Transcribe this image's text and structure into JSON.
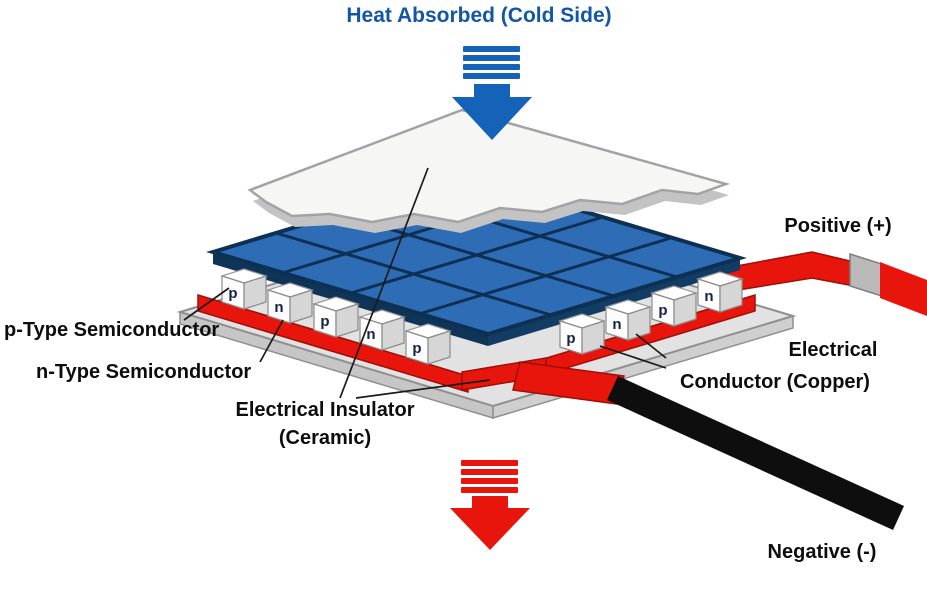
{
  "title": "Heat Absorbed (Cold Side)",
  "labels": {
    "positive": "Positive (+)",
    "negative": "Negative (-)",
    "p_type": "p-Type Semiconductor",
    "n_type": "n-Type Semiconductor",
    "insulator_line1": "Electrical Insulator",
    "insulator_line2": "(Ceramic)",
    "conductor_line1": "Electrical",
    "conductor_line2": "Conductor (Copper)"
  },
  "cubes": [
    "p",
    "n",
    "p",
    "n",
    "p",
    "p",
    "n",
    "p",
    "n"
  ],
  "colors": {
    "title": "#1356a5",
    "cold_arrow": "#1563b8",
    "hot_arrow": "#e8150c",
    "copper": "#e8150c",
    "tile_blue": "#2e6cb5",
    "tile_edge": "#0d3055",
    "negative_wire": "#0e0e0e",
    "ceramic_white": "#f6f6f4",
    "base_gray": "#e2e2e2",
    "label_text": "#0d0d0d"
  }
}
